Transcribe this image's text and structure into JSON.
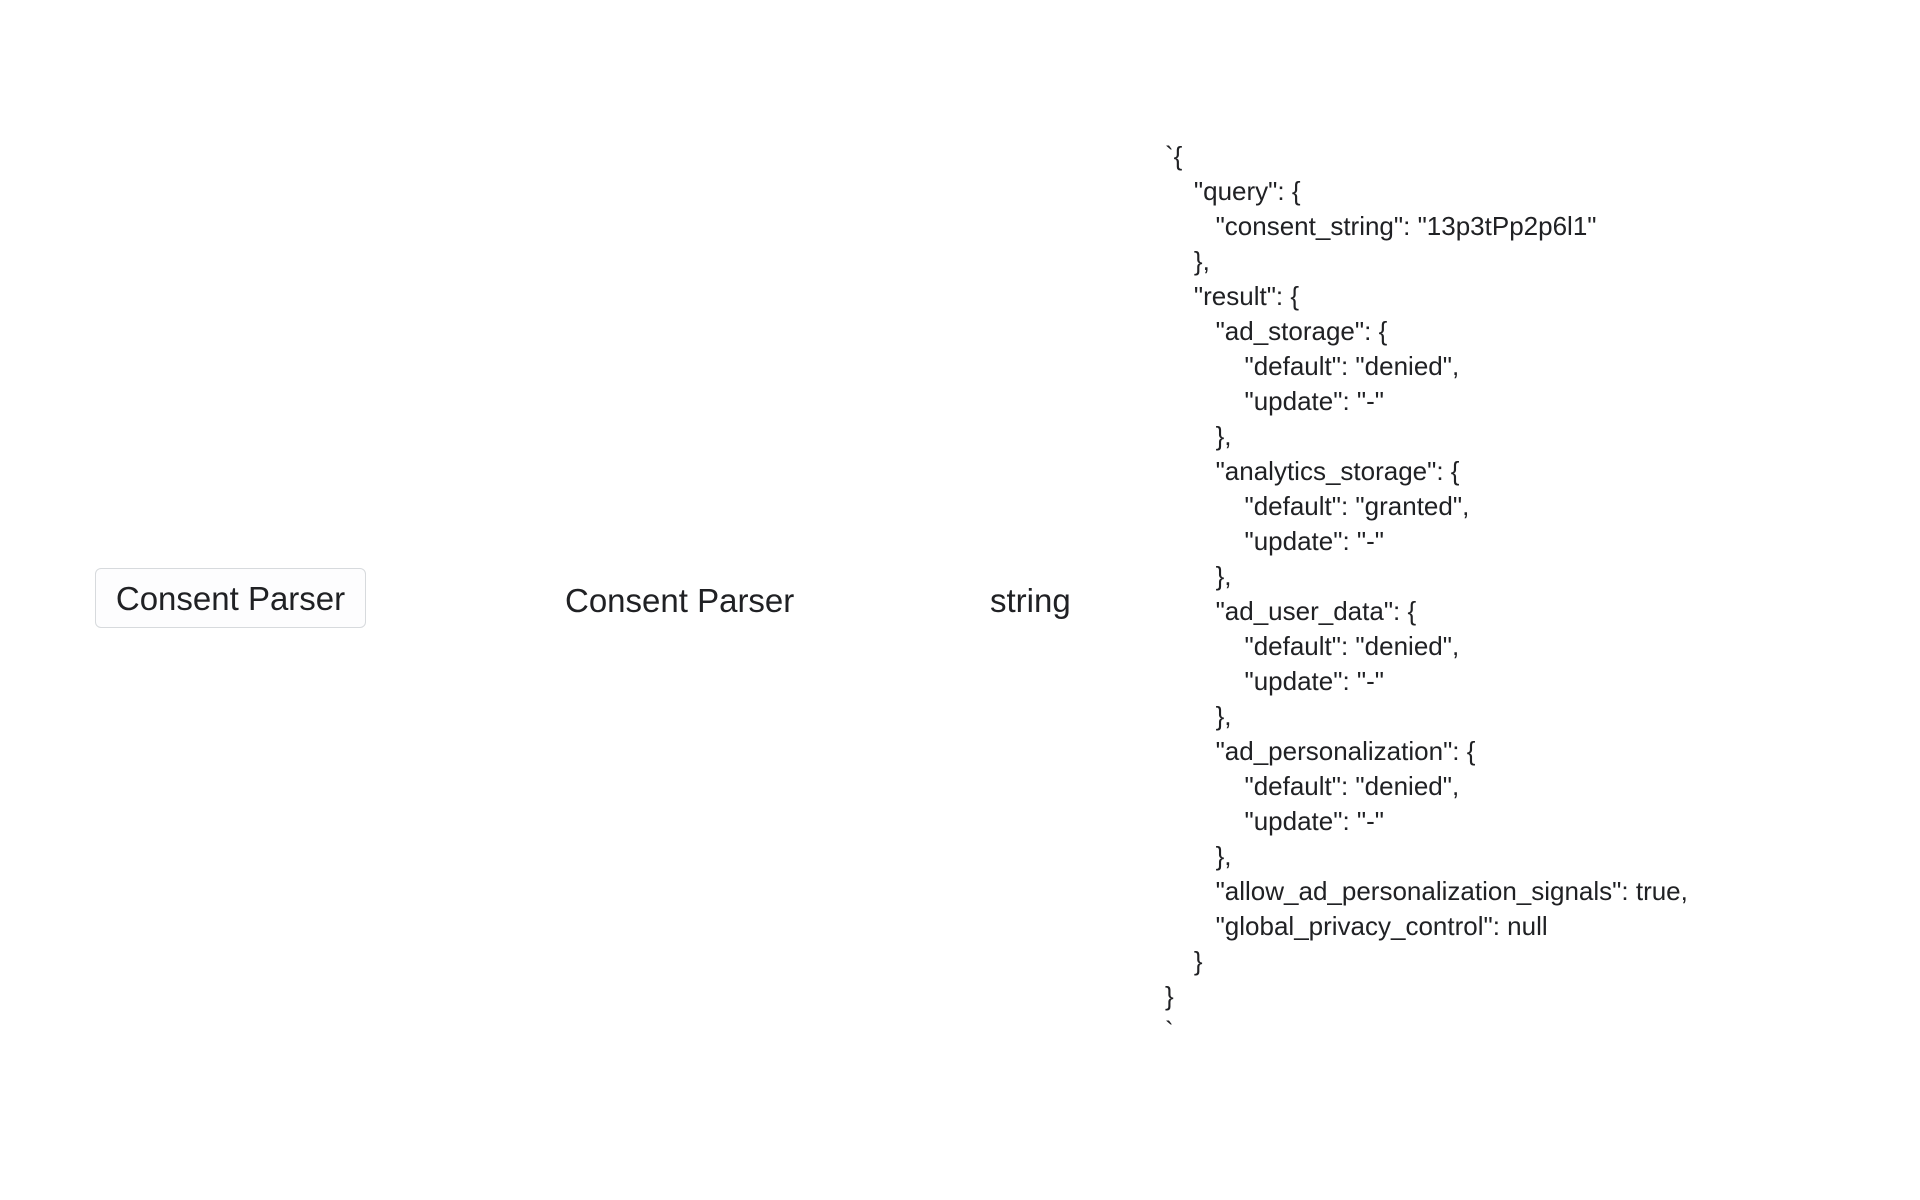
{
  "page": {
    "background_color": "#ffffff",
    "text_color": "#202124"
  },
  "tool_row": {
    "button_label": "Consent Parser",
    "tool_name": "Consent Parser",
    "return_type": "string",
    "example_json": "`{\n    \"query\": {\n       \"consent_string\": \"13p3tPp2p6l1\"\n    },\n    \"result\": {\n       \"ad_storage\": {\n           \"default\": \"denied\",\n           \"update\": \"-\"\n       },\n       \"analytics_storage\": {\n           \"default\": \"granted\",\n           \"update\": \"-\"\n       },\n       \"ad_user_data\": {\n           \"default\": \"denied\",\n           \"update\": \"-\"\n       },\n       \"ad_personalization\": {\n           \"default\": \"denied\",\n           \"update\": \"-\"\n       },\n       \"allow_ad_personalization_signals\": true,\n       \"global_privacy_control\": null\n    }\n}\n`"
  },
  "colors": {
    "button_background": "#fdfdfe",
    "button_border": "#d7dadd",
    "text": "#202124"
  }
}
